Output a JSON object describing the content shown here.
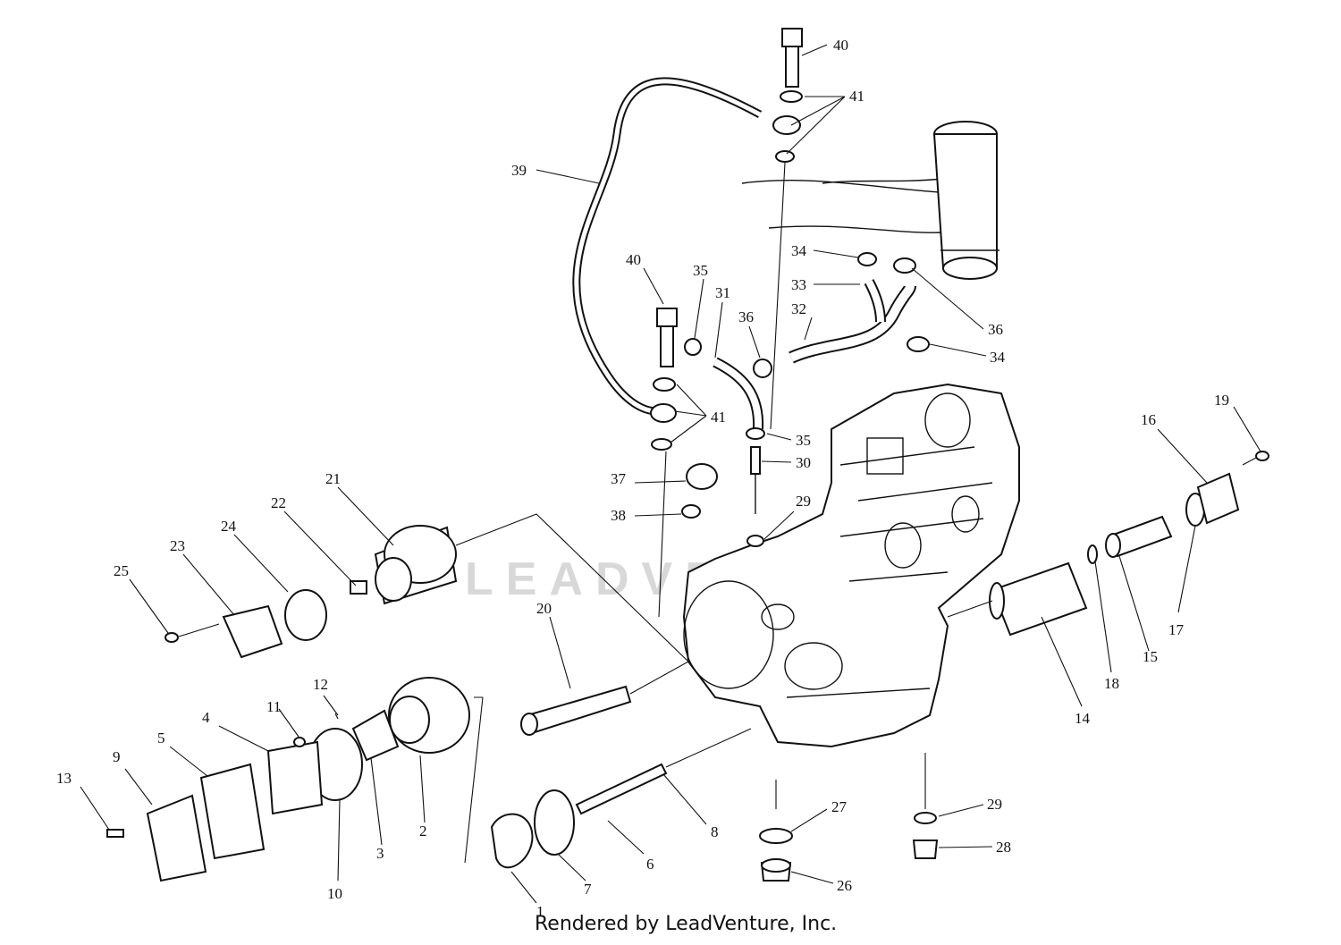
{
  "watermark": "LEADVENTURE",
  "credit": "Rendered by LeadVenture, Inc.",
  "callouts": [
    {
      "id": "c40a",
      "text": "40"
    },
    {
      "id": "c41a",
      "text": "41"
    },
    {
      "id": "c39",
      "text": "39"
    },
    {
      "id": "c34a",
      "text": "34"
    },
    {
      "id": "c33",
      "text": "33"
    },
    {
      "id": "c36a",
      "text": "36"
    },
    {
      "id": "c32",
      "text": "32"
    },
    {
      "id": "c34b",
      "text": "34"
    },
    {
      "id": "c40b",
      "text": "40"
    },
    {
      "id": "c35a",
      "text": "35"
    },
    {
      "id": "c31",
      "text": "31"
    },
    {
      "id": "c36b",
      "text": "36"
    },
    {
      "id": "c41b",
      "text": "41"
    },
    {
      "id": "c35b",
      "text": "35"
    },
    {
      "id": "c30",
      "text": "30"
    },
    {
      "id": "c37",
      "text": "37"
    },
    {
      "id": "c38",
      "text": "38"
    },
    {
      "id": "c29a",
      "text": "29"
    },
    {
      "id": "c21",
      "text": "21"
    },
    {
      "id": "c22",
      "text": "22"
    },
    {
      "id": "c24",
      "text": "24"
    },
    {
      "id": "c23",
      "text": "23"
    },
    {
      "id": "c25",
      "text": "25"
    },
    {
      "id": "c20",
      "text": "20"
    },
    {
      "id": "c12",
      "text": "12"
    },
    {
      "id": "c11",
      "text": "11"
    },
    {
      "id": "c4",
      "text": "4"
    },
    {
      "id": "c5",
      "text": "5"
    },
    {
      "id": "c9",
      "text": "9"
    },
    {
      "id": "c13",
      "text": "13"
    },
    {
      "id": "c10",
      "text": "10"
    },
    {
      "id": "c3",
      "text": "3"
    },
    {
      "id": "c2",
      "text": "2"
    },
    {
      "id": "c1",
      "text": "1"
    },
    {
      "id": "c7",
      "text": "7"
    },
    {
      "id": "c6",
      "text": "6"
    },
    {
      "id": "c8",
      "text": "8"
    },
    {
      "id": "c27",
      "text": "27"
    },
    {
      "id": "c26",
      "text": "26"
    },
    {
      "id": "c29b",
      "text": "29"
    },
    {
      "id": "c28",
      "text": "28"
    },
    {
      "id": "c14",
      "text": "14"
    },
    {
      "id": "c18",
      "text": "18"
    },
    {
      "id": "c15",
      "text": "15"
    },
    {
      "id": "c17",
      "text": "17"
    },
    {
      "id": "c16",
      "text": "16"
    },
    {
      "id": "c19",
      "text": "19"
    }
  ]
}
